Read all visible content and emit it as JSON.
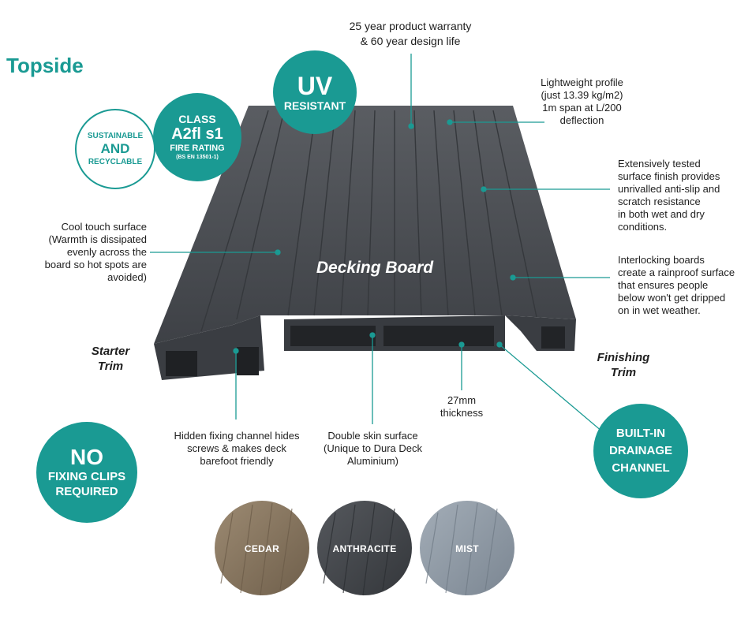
{
  "title": "Topside",
  "center_label": "Decking Board",
  "warranty": [
    "25 year product warranty",
    "& 60 year design life"
  ],
  "lightweight": [
    "Lightweight profile",
    "(just 13.39 kg/m2)",
    "1m span at L/200",
    "deflection"
  ],
  "surface_finish": [
    "Extensively tested",
    "surface finish provides",
    "unrivalled anti-slip and",
    "scratch resistance",
    "in both wet and dry",
    "conditions."
  ],
  "interlocking": [
    "Interlocking boards",
    "create a rainproof surface",
    "that ensures people",
    "below won't get dripped",
    "on in wet weather."
  ],
  "cool_touch": [
    "Cool touch surface",
    "(Warmth is dissipated",
    "evenly across the",
    "board so hot spots are",
    "avoided)"
  ],
  "starter_trim": [
    "Starter",
    "Trim"
  ],
  "finishing_trim": [
    "Finishing",
    "Trim"
  ],
  "thickness": [
    "27mm",
    "thickness"
  ],
  "hidden_fixing": [
    "Hidden fixing channel hides",
    "screws & makes deck",
    "barefoot friendly"
  ],
  "double_skin": [
    "Double skin surface",
    "(Unique to Dura Deck",
    "Aluminium)"
  ],
  "badges": {
    "uv": [
      "UV",
      "RESISTANT"
    ],
    "fire": [
      "CLASS",
      "A2fl s1",
      "FIRE RATING",
      "(BS EN 13501-1)"
    ],
    "sustainable": [
      "SUSTAINABLE",
      "AND",
      "RECYCLABLE"
    ],
    "no_clips": [
      "NO",
      "FIXING CLIPS",
      "REQUIRED"
    ],
    "drainage": [
      "BUILT-IN",
      "DRAINAGE",
      "CHANNEL"
    ]
  },
  "swatches": [
    {
      "name": "CEDAR",
      "color": "#8c7a63"
    },
    {
      "name": "ANTHRACITE",
      "color": "#4a4d52"
    },
    {
      "name": "MIST",
      "color": "#8f9aa5"
    }
  ],
  "colors": {
    "teal": "#1a9a93",
    "board": "#45484d",
    "board_dark": "#2b2d31"
  }
}
